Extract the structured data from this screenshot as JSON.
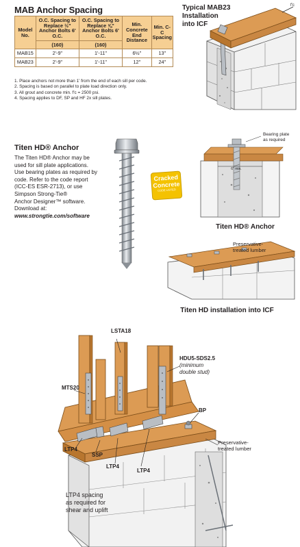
{
  "mab": {
    "title": "MAB Anchor Spacing",
    "headers": {
      "model": "Model No.",
      "half": "O.C. Spacing to Replace ½\" Anchor Bolts 6' O.C.",
      "fiveeighth": "O.C. Spacing to Replace ⅝\" Anchor Bolts 6' O.C.",
      "min_end": "Min. Concrete End Distance",
      "min_cc": "Min. C-C Spacing",
      "sub_half": "(160)",
      "sub_fiveeighth": "(160)"
    },
    "rows": [
      {
        "model": "MAB15",
        "half": "2'-9\"",
        "fiveeighth": "1'-11\"",
        "end": "6½\"",
        "cc": "13\""
      },
      {
        "model": "MAB23",
        "half": "2'-9\"",
        "fiveeighth": "1'-11\"",
        "end": "12\"",
        "cc": "24\""
      }
    ],
    "notes": [
      "1. Place anchors not more than 1' from the end of each sill per code.",
      "2. Spacing is based on parallel to plate load direction only.",
      "3. All grout and concrete min. f'c = 2500 psi.",
      "4. Spacing applies to DF, SP and HF 2x sill plates."
    ]
  },
  "mab23_figure": {
    "caption_line1": "Typical MAB23",
    "caption_line2": "Installation",
    "caption_line3": "into ICF",
    "dim": "f'c"
  },
  "titen": {
    "title": "Titen HD® Anchor",
    "body_lines": [
      "The Titen HD® Anchor may be",
      "used for sill plate applications.",
      "Use bearing plates as required by",
      "code. Refer to the code report",
      "(ICC-ES ESR-2713), or use",
      "Simpson Strong-Tie®",
      "Anchor Designer™ software.",
      "Download at:"
    ],
    "website": "www.strongtie.com/software",
    "badge_line1": "Cracked",
    "badge_line2": "Concrete",
    "badge_line3": "CODE LISTED",
    "detail_label_line1": "Bearing plate",
    "detail_label_line2": "as required",
    "detail_dim": "6\" min.",
    "detail_caption": "Titen HD® Anchor",
    "icf_label_line1": "Preservative-",
    "icf_label_line2": "treated lumber",
    "icf_caption": "Titen HD installation into ICF"
  },
  "wall_assembly": {
    "lsta18": "LSTA18",
    "mts20": "MTS20",
    "hdu5_line1": "HDU5-SDS2.5",
    "hdu5_line2": "(minimum",
    "hdu5_line3": "double stud)",
    "ltp4_a": "LTP4",
    "ssp": "SSP",
    "ltp4_b": "LTP4",
    "ltp4_c": "LTP4",
    "bp": "BP",
    "pt_line1": "Preservative-",
    "pt_line2": "treated lumber",
    "note_line1": "LTP4 spacing",
    "note_line2": "as required for",
    "note_line3": "shear and uplift"
  },
  "colors": {
    "table_header": "#f6cf93",
    "table_border": "#b28a55",
    "wood": "#dc9b54",
    "wood_dark": "#b8762f",
    "concrete": "#e6e6e6",
    "metal": "#b9bec4",
    "badge": "#f4c200"
  }
}
